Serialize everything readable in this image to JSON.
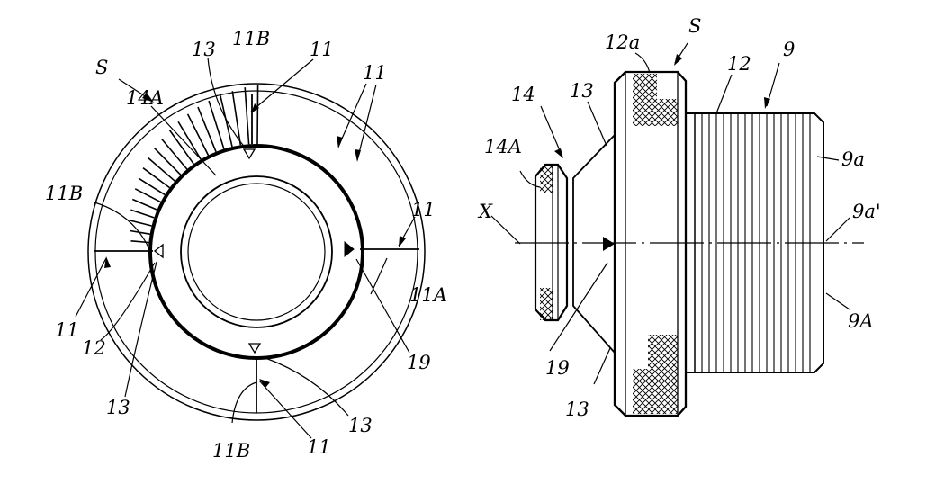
{
  "figure": {
    "left_view_labels": {
      "s": "S",
      "eleven_b_top": "11B",
      "thirteen_top": "13",
      "eleven_top": "11",
      "eleven_upper_right": "11",
      "fourteen_a": "14A",
      "eleven_b_left": "11B",
      "eleven_right": "11",
      "eleven_left": "11",
      "eleven_a": "11A",
      "twelve": "12",
      "thirteen_left": "13",
      "nineteen": "19",
      "thirteen_bottom": "13",
      "eleven_bottom": "11",
      "eleven_b_bottom": "11B"
    },
    "right_view_labels": {
      "s": "S",
      "twelve_a": "12a",
      "twelve": "12",
      "nine": "9",
      "fourteen": "14",
      "thirteen_top": "13",
      "fourteen_a": "14A",
      "nine_a_lower": "9a",
      "x_axis": "X",
      "nine_a_prime": "9a'",
      "nine_a_upper": "9A",
      "nineteen": "19",
      "thirteen_bottom": "13"
    },
    "colors": {
      "ink": "#000000",
      "paper": "#ffffff"
    }
  }
}
